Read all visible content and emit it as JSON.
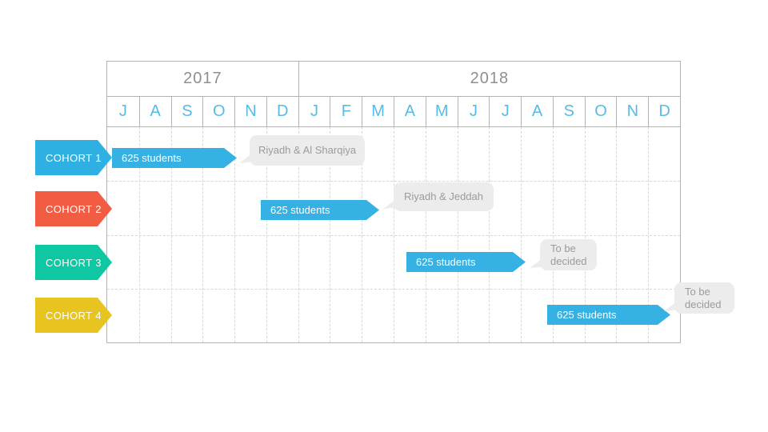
{
  "chart_data": {
    "type": "bar",
    "variant": "gantt-timeline",
    "title": "",
    "years": [
      {
        "label": "2017",
        "month_span": 6
      },
      {
        "label": "2018",
        "month_span": 12
      }
    ],
    "months": [
      "J",
      "A",
      "S",
      "O",
      "N",
      "D",
      "J",
      "F",
      "M",
      "A",
      "M",
      "J",
      "J",
      "A",
      "S",
      "O",
      "N",
      "D"
    ],
    "bar_color": "#35b1e4",
    "rows": [
      {
        "cohort": "COHORT 1",
        "color": "#2fb0e3",
        "bar_label": "625 students",
        "start": "Jul 2017",
        "end": "Nov 2017",
        "callout": "Riyadh & Al Sharqiya"
      },
      {
        "cohort": "COHORT 2",
        "color": "#f25c43",
        "bar_label": "625 students",
        "start": "Dec 2017",
        "end": "Mar 2018",
        "callout": "Riyadh & Jeddah"
      },
      {
        "cohort": "COHORT 3",
        "color": "#0fc7a2",
        "bar_label": "625 students",
        "start": "Apr 2018",
        "end": "Jul 2018",
        "callout": "To be decided"
      },
      {
        "cohort": "COHORT 4",
        "color": "#e8c420",
        "bar_label": "625 students",
        "start": "Sep 2018",
        "end": "Dec 2018",
        "callout": "To be decided"
      }
    ],
    "colors": {
      "month_text": "#55bbe9",
      "year_text": "#8f8f8f",
      "table_border": "#b3b3b3",
      "grid_dash": "#d7d7d7",
      "callout_bg": "#ececec",
      "callout_text": "#9b9b9b",
      "bar_text": "#ffffff"
    },
    "layout": {
      "grid": "18 month columns x 4 cohort rows",
      "legend": "none"
    }
  }
}
